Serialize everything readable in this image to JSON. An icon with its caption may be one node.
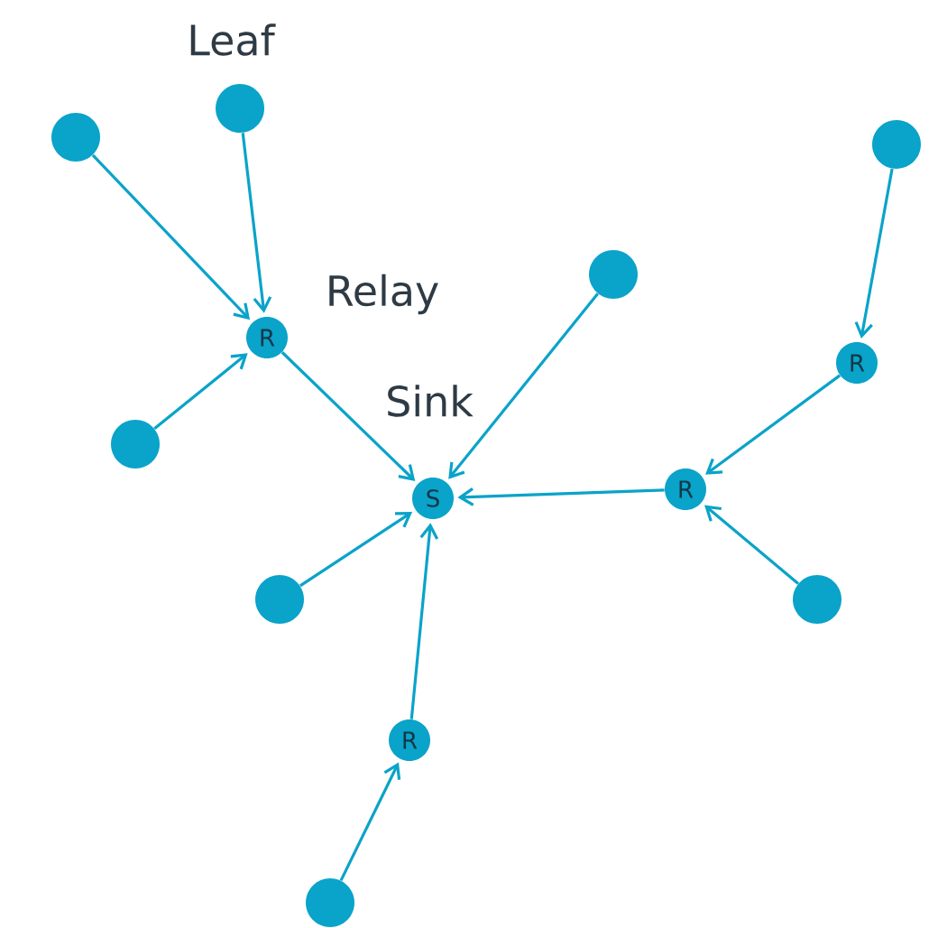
{
  "diagram": {
    "nodes": [
      {
        "text": [],
        "shape": "circle"
      },
      {
        "text": [],
        "shape": "circle",
        "beside": [
          "Leaf"
        ]
      },
      {
        "text": [
          "R"
        ],
        "beside": [
          "Relay"
        ]
      },
      {
        "text": [],
        "shape": "circle"
      },
      {
        "text": [],
        "shape": "circle"
      },
      {
        "text": [],
        "shape": "circle"
      },
      {
        "text": [
          "R"
        ]
      },
      {
        "text": [
          "S"
        ],
        "beside": [
          "Sink"
        ]
      },
      {
        "text": [
          "R"
        ]
      },
      {
        "text": [],
        "shape": "circle"
      },
      {
        "text": [],
        "shape": "circle"
      },
      {
        "text": [
          "R"
        ]
      },
      {
        "text": [],
        "shape": "circle"
      }
    ],
    "edges": [
      {
        "from": 0,
        "to": 2,
        "arrow": "to"
      },
      {
        "from": 1,
        "to": 2,
        "arrow": "to"
      },
      {
        "from": 3,
        "to": 2,
        "arrow": "to"
      },
      {
        "from": 2,
        "to": 7,
        "arrow": "to"
      },
      {
        "from": 4,
        "to": 7,
        "arrow": "to"
      },
      {
        "from": 5,
        "to": 6,
        "arrow": "to"
      },
      {
        "from": 6,
        "to": 8,
        "arrow": "to"
      },
      {
        "from": 8,
        "to": 7,
        "arrow": "to"
      },
      {
        "from": 10,
        "to": 8,
        "arrow": "to"
      },
      {
        "from": 9,
        "to": 7,
        "arrow": "to"
      },
      {
        "from": 11,
        "to": 7,
        "arrow": "to"
      },
      {
        "from": 12,
        "to": 11,
        "arrow": "to"
      }
    ]
  }
}
